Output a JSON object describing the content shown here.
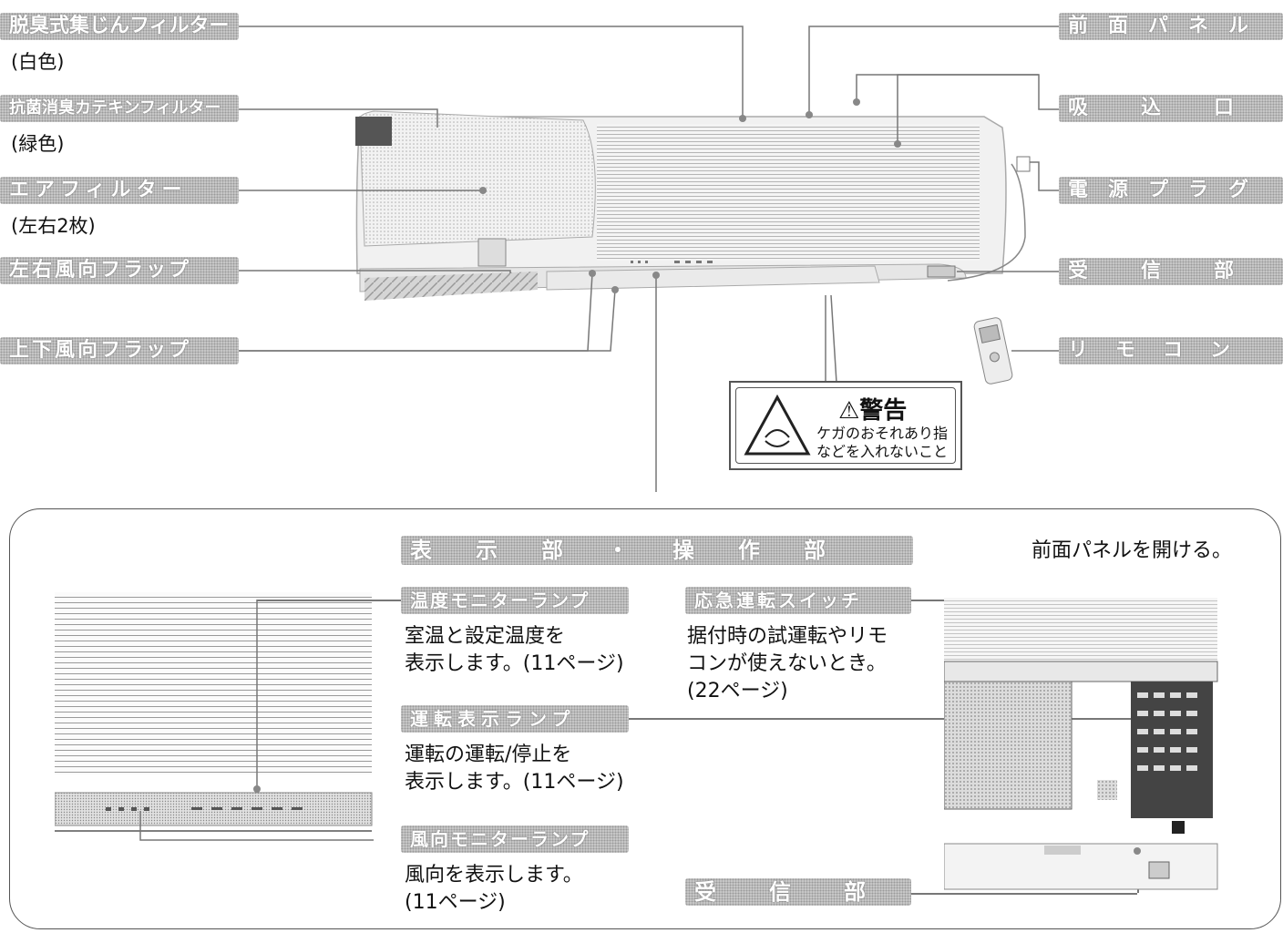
{
  "parts_top": {
    "deodorizing_filter": {
      "label": "脱臭式集じんフィルター",
      "note": "(白色)"
    },
    "catechin_filter": {
      "label": "抗菌消臭カテキンフィルター",
      "note": "(緑色)"
    },
    "air_filter": {
      "label": "エアフィルター",
      "note": "(左右2枚)"
    },
    "lr_flap": {
      "label": "左右風向フラップ"
    },
    "ud_flap": {
      "label": "上下風向フラップ"
    },
    "front_panel": {
      "label": "前面パネル"
    },
    "intake": {
      "label": "吸込口"
    },
    "power_plug": {
      "label": "電源プラグ"
    },
    "receiver": {
      "label": "受信部"
    },
    "remote": {
      "label": "リモコン"
    }
  },
  "warning_label": {
    "title": "⚠警告",
    "line1": "ケガのおそれあり指",
    "line2": "などを入れないこと"
  },
  "detail_panel": {
    "heading": "表示部・操作部",
    "open_note": "前面パネルを開ける。",
    "temp_monitor": {
      "label": "温度モニターランプ",
      "desc1": "室温と設定温度を",
      "desc2": "表示します。(11ページ)"
    },
    "emergency_switch": {
      "label": "応急運転スイッチ",
      "desc1": "据付時の試運転やリモ",
      "desc2": "コンが使えないとき。",
      "desc3": "(22ページ)"
    },
    "run_lamp": {
      "label": "運転表示ランプ",
      "desc1": "運転の運転/停止を",
      "desc2": "表示します。(11ページ)"
    },
    "direction_monitor": {
      "label": "風向モニターランプ",
      "desc1": "風向を表示します。",
      "desc2": "(11ページ)"
    },
    "receiver": {
      "label": "受信部"
    }
  },
  "colors": {
    "chip_bg": "#c8c8c8",
    "line": "#777777"
  }
}
